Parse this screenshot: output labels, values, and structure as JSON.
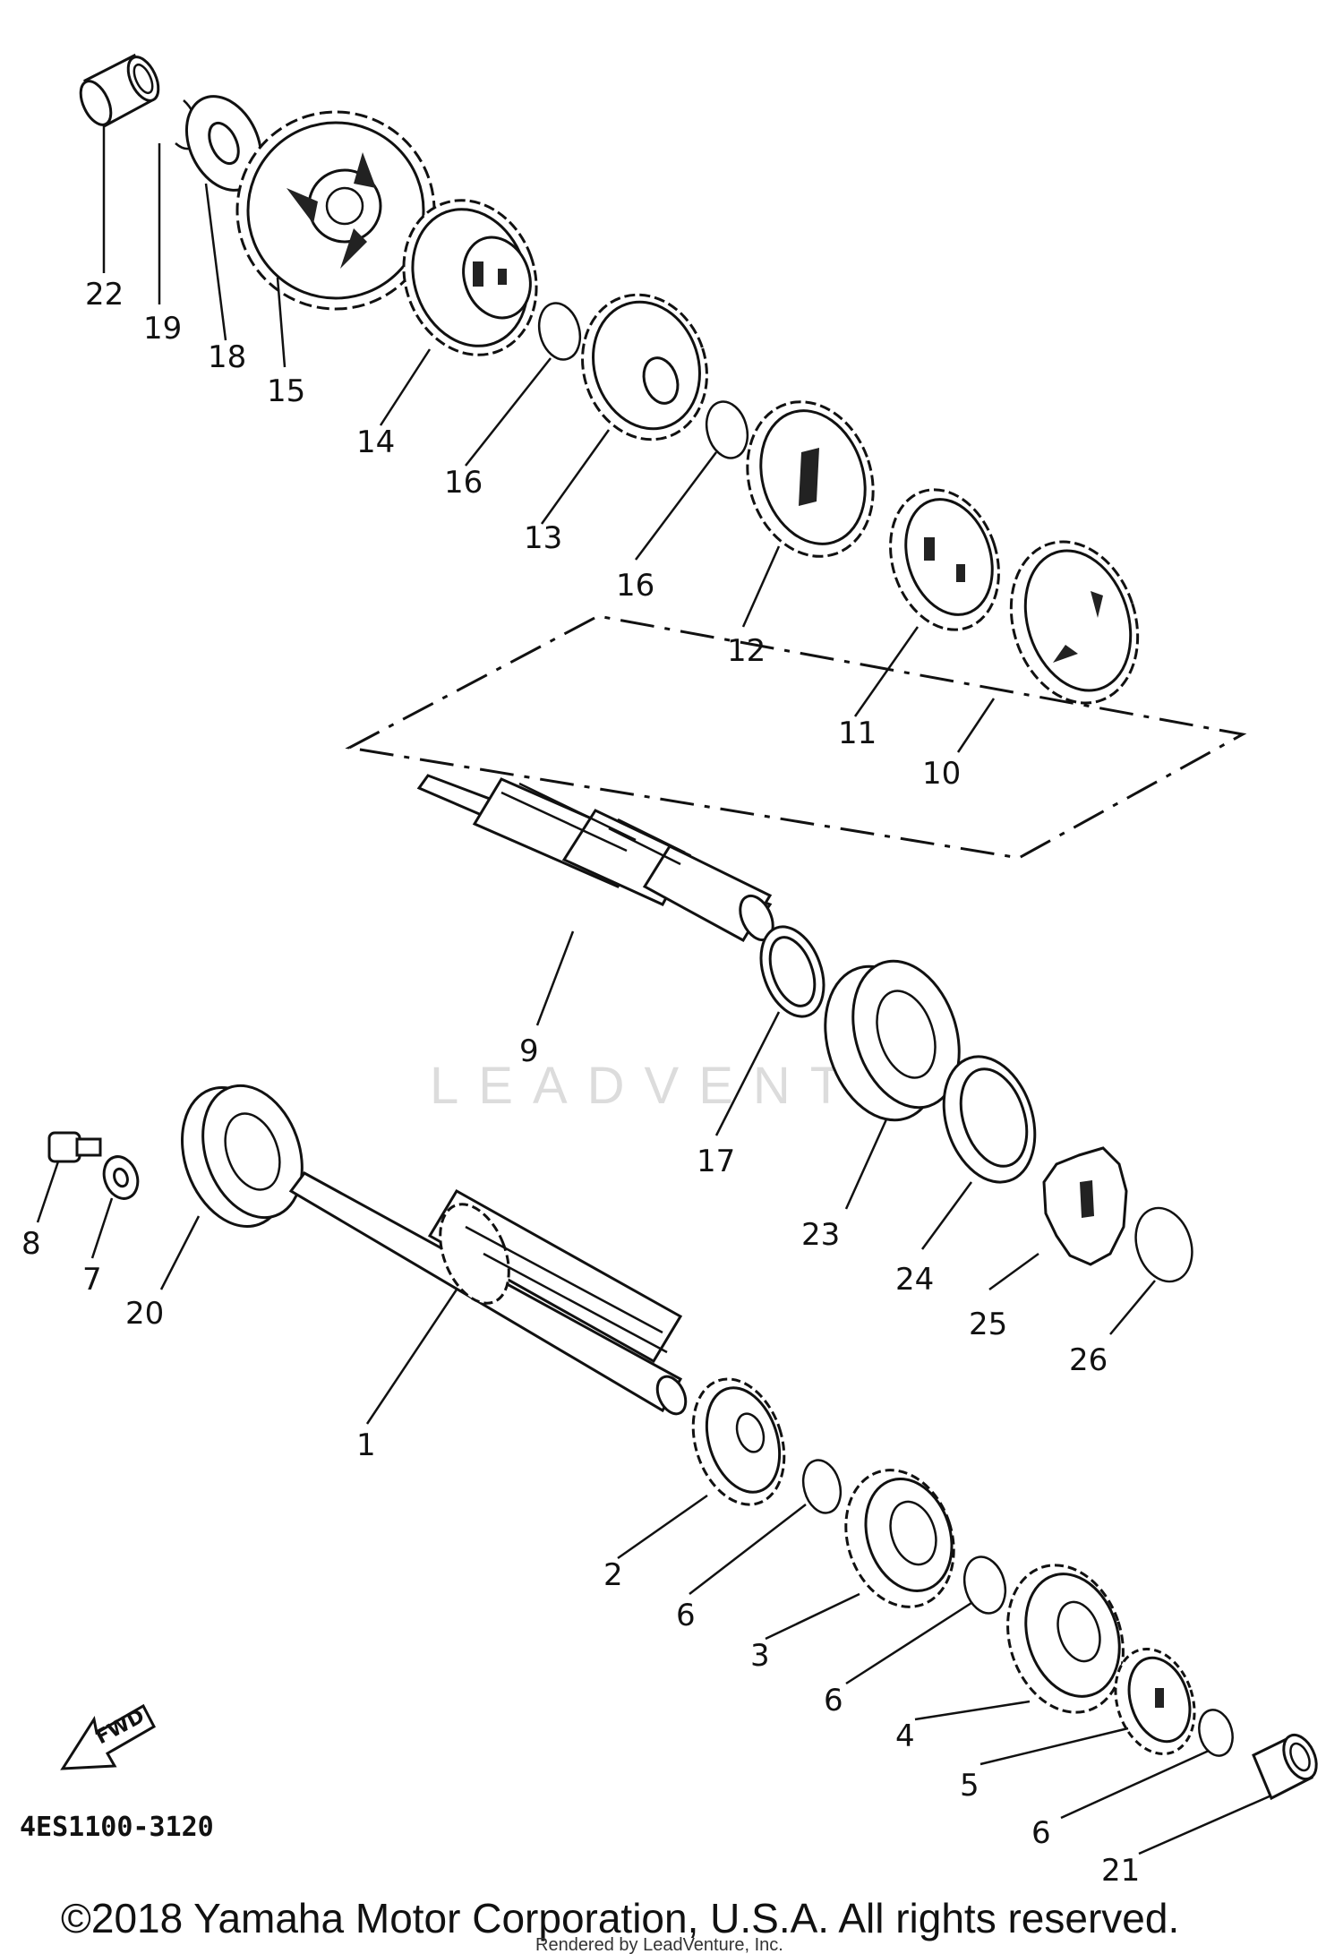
{
  "diagram": {
    "part_number": "4ES1100-3120",
    "fwd_label": "FWD",
    "watermark": "LEADVENTURE",
    "copyright": "©2018 Yamaha Motor Corporation, U.S.A. All rights reserved.",
    "rendered_by": "Rendered by LeadVenture, Inc.",
    "callouts": [
      "22",
      "19",
      "18",
      "15",
      "14",
      "16",
      "13",
      "16",
      "12",
      "11",
      "10",
      "9",
      "17",
      "23",
      "24",
      "25",
      "26",
      "8",
      "7",
      "20",
      "1",
      "2",
      "6",
      "3",
      "6",
      "4",
      "5",
      "6",
      "21"
    ]
  }
}
